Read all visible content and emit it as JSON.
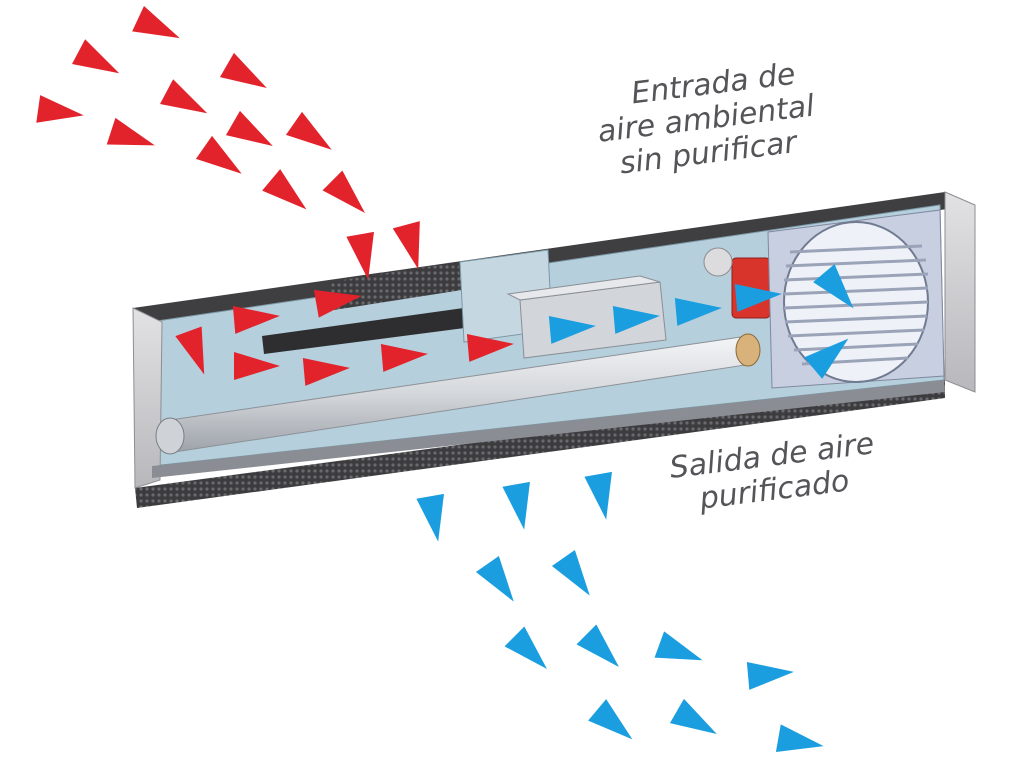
{
  "labels": {
    "intake": [
      "Entrada de",
      "aire ambiental",
      "sin purificar"
    ],
    "outlet": [
      "Salida de aire",
      "purificado"
    ]
  },
  "colors": {
    "unpurified_air": "#e3232b",
    "purified_air": "#1a9ee0",
    "housing_frame": "#c9c9cc",
    "housing_inner": "#a9c6d6",
    "filter_mesh": "#4a4a4a",
    "uv_lamp": "#d8dadd",
    "fan_grille": "#cfd6e6",
    "motor": "#d9342b",
    "label_text": "#555559"
  },
  "icons": {
    "unpurified_arrow": "red-triangle-arrow",
    "purified_arrow": "blue-triangle-arrow"
  }
}
